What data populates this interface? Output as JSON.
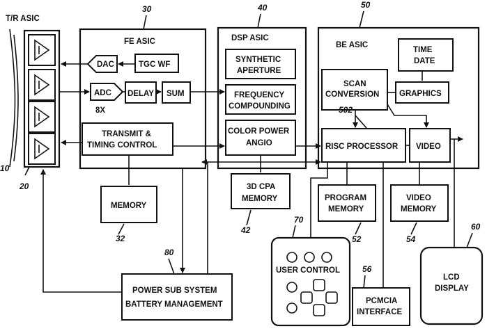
{
  "ref_numbers": {
    "probe": "10",
    "tr_asic": "20",
    "fe_asic": "30",
    "memory": "32",
    "dsp_asic": "40",
    "cpa_memory": "42",
    "be_asic": "50",
    "risc": "502",
    "program_memory": "52",
    "video_memory": "54",
    "pcmcia": "56",
    "lcd": "60",
    "user_control": "70",
    "power": "80"
  },
  "labels": {
    "tr_asic": "T/R ASIC",
    "fe_asic": "FE ASIC",
    "dsp_asic": "DSP ASIC",
    "be_asic": "BE ASIC",
    "dac": "DAC",
    "tgc_wf": "TGC WF",
    "adc": "ADC",
    "adc_count": "8X",
    "delay": "DELAY",
    "sum": "SUM",
    "transmit_line1": "TRANSMIT &",
    "transmit_line2": "TIMING CONTROL",
    "memory": "MEMORY",
    "synthetic_line1": "SYNTHETIC",
    "synthetic_line2": "APERTURE",
    "frequency_line1": "FREQUENCY",
    "frequency_line2": "COMPOUNDING",
    "cpa_line1": "COLOR POWER",
    "cpa_line2": "ANGIO",
    "cpa_memory_line1": "3D CPA",
    "cpa_memory_line2": "MEMORY",
    "time_line1": "TIME",
    "time_line2": "DATE",
    "scan_line1": "SCAN",
    "scan_line2": "CONVERSION",
    "graphics": "GRAPHICS",
    "risc": "RISC PROCESSOR",
    "video": "VIDEO",
    "program_line1": "PROGRAM",
    "program_line2": "MEMORY",
    "video_memory_line1": "VIDEO",
    "video_memory_line2": "MEMORY",
    "user_control": "USER CONTROL",
    "pcmcia_line1": "PCMCIA",
    "pcmcia_line2": "INTERFACE",
    "lcd_line1": "LCD",
    "lcd_line2": "DISPLAY",
    "power_line1": "POWER SUB SYSTEM",
    "power_line2": "BATTERY MANAGEMENT"
  }
}
